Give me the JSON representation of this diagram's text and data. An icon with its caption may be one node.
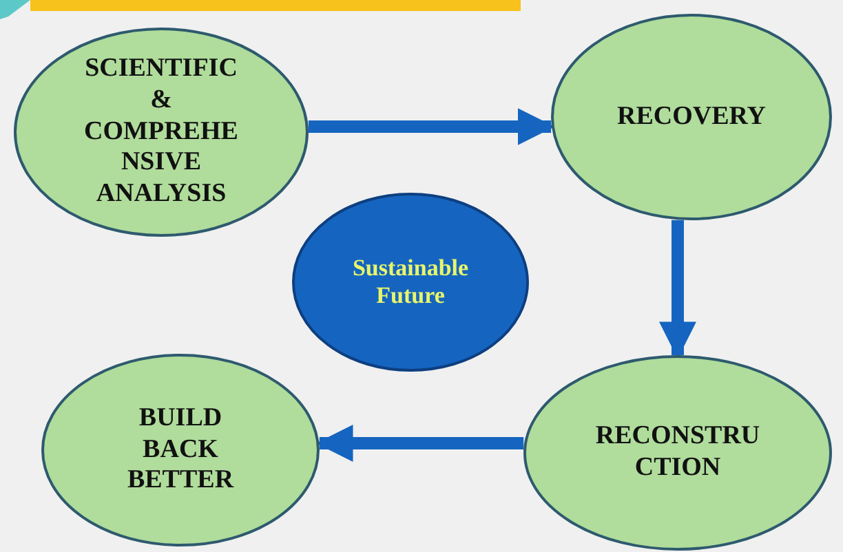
{
  "diagram": {
    "nodes": [
      {
        "text": [
          "SCIENTIFIC & COMPREHE NSIVE ANALYSIS"
        ]
      },
      {
        "text": [
          "RECOVERY"
        ]
      },
      {
        "text": [
          "Sustainable Future"
        ]
      },
      {
        "text": [
          "BUILD BACK BETTER"
        ]
      },
      {
        "text": [
          "RECONSTRU CTION"
        ]
      }
    ],
    "edges": [
      {
        "from": 0,
        "to": 1,
        "arrow": "to"
      },
      {
        "from": 1,
        "to": 4,
        "arrow": "to"
      },
      {
        "from": 4,
        "to": 3,
        "arrow": "to"
      }
    ]
  }
}
